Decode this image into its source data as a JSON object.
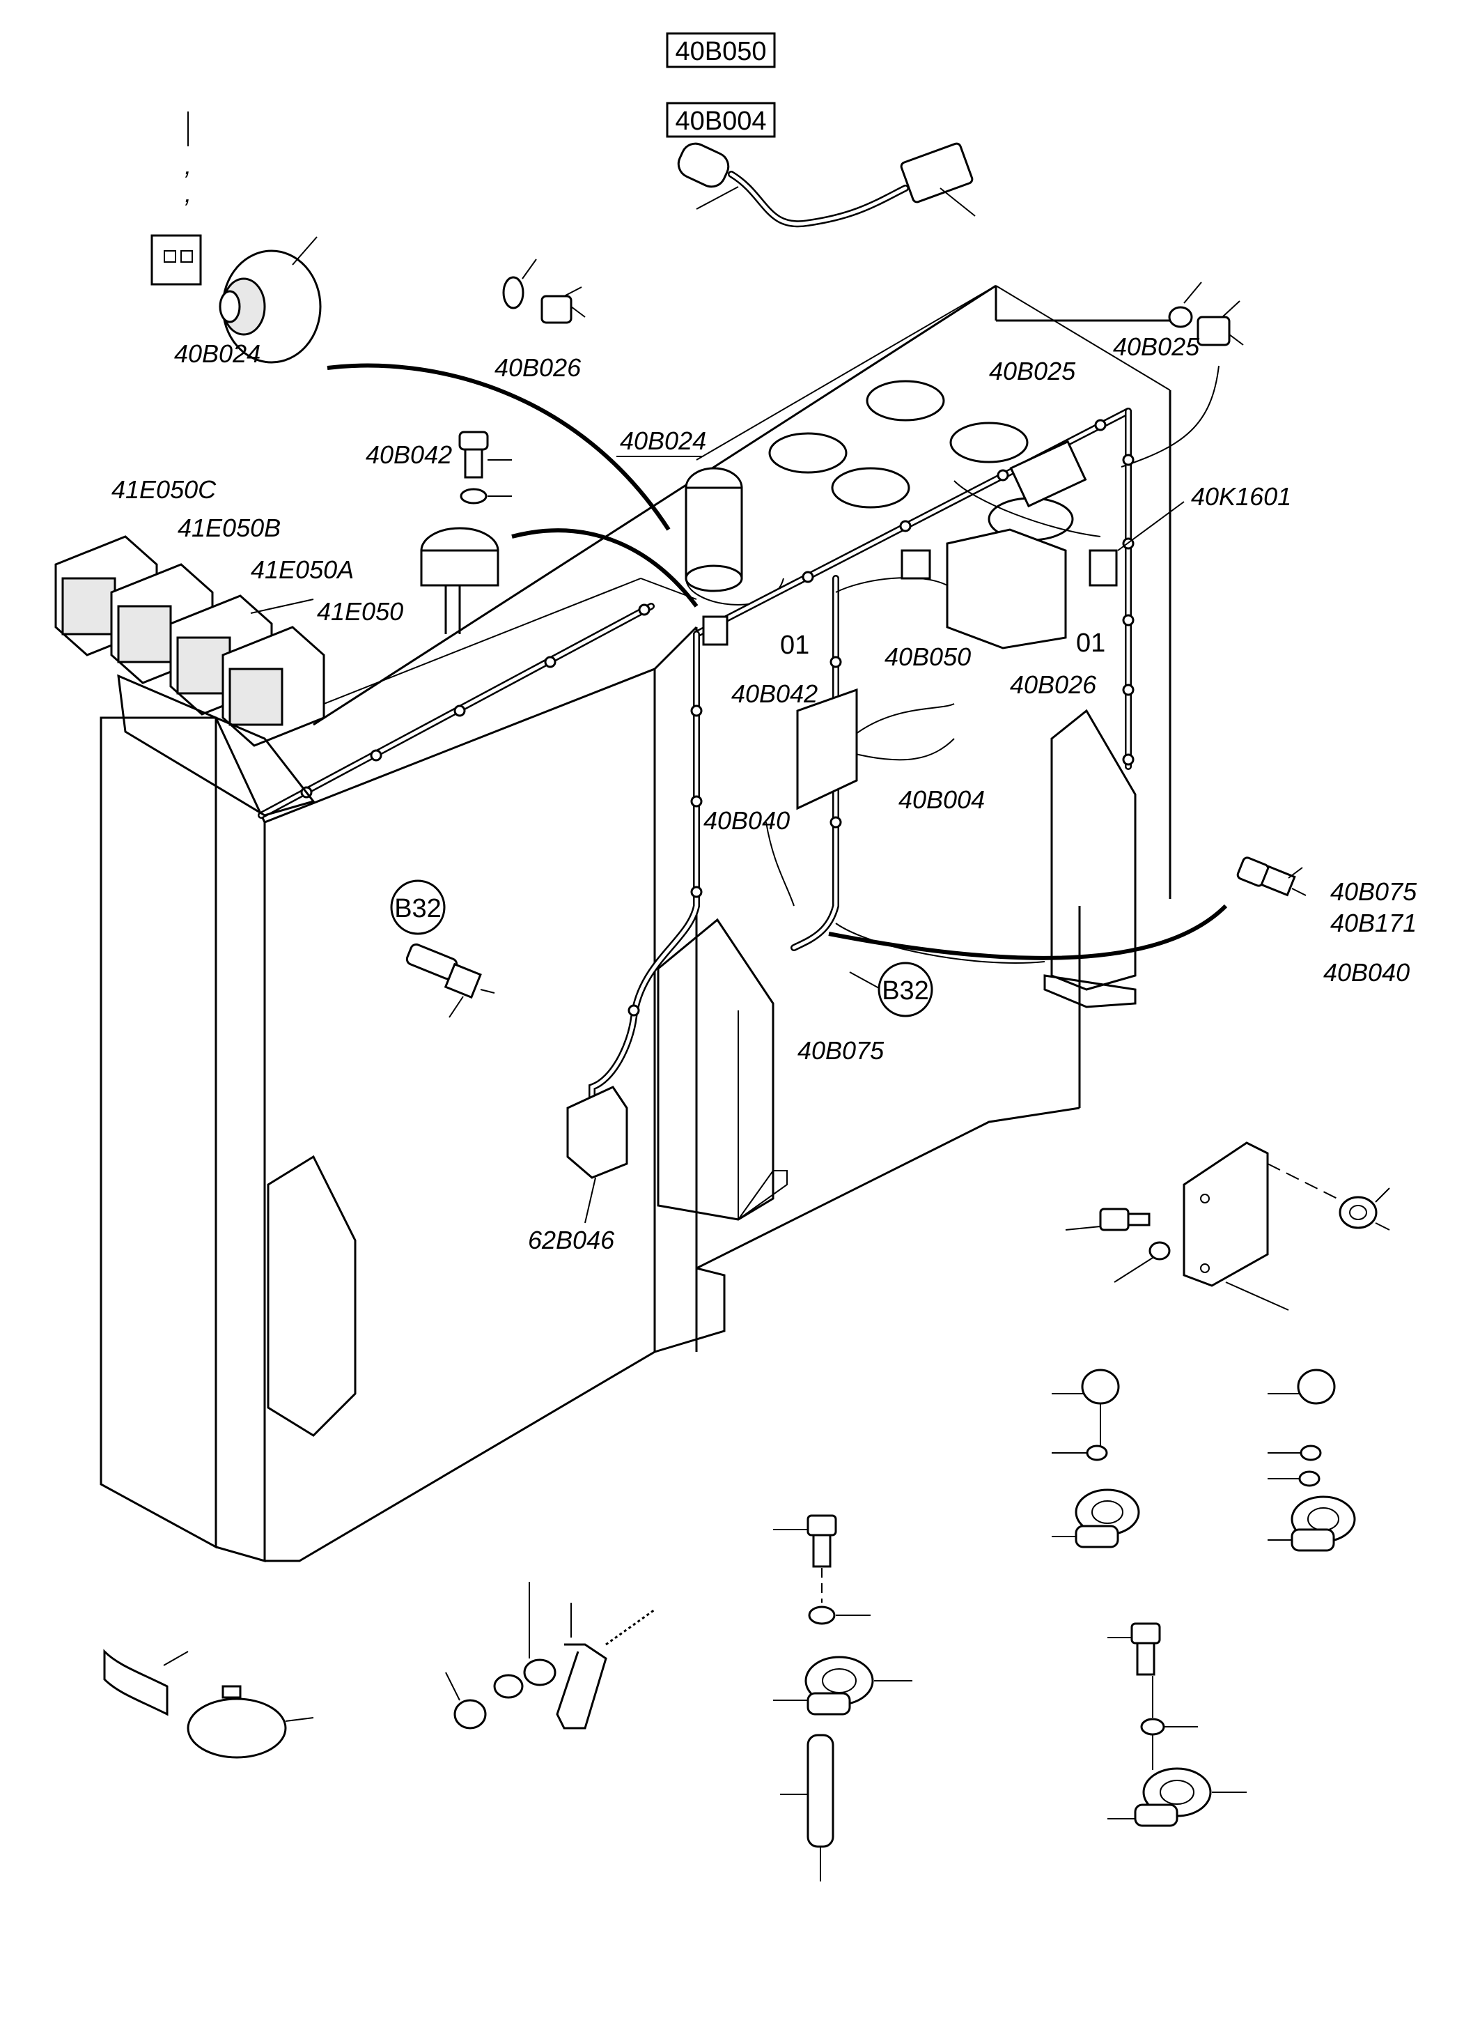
{
  "header_codes": [
    "40B050",
    "40B004"
  ],
  "labels": {
    "b024_top": "40B024",
    "b026_top": "40B026",
    "b025_top": "40B025",
    "b025_mid": "40B025",
    "b024_mid": "40B024",
    "b042_top": "40B042",
    "e050c": "41E050C",
    "e050b": "41E050B",
    "e050a": "41E050A",
    "e050": "41E050",
    "k1601": "40K1601",
    "b042_mid": "40B042",
    "wire_01_a": "01",
    "wire_01_b": "01",
    "b050_mid": "40B050",
    "b026_mid": "40B026",
    "b004_mid": "40B004",
    "b040_mid": "40B040",
    "b075_mid": "40B075",
    "b075_right": "40B075",
    "b171_right": "40B171",
    "b040_right": "40B040",
    "g046": "62B046"
  },
  "callouts": [
    "B32",
    "B32"
  ],
  "icons": [
    "sensor-connector-icon",
    "pressure-switch-icon",
    "work-lamp-icon",
    "cable-clamp-icon",
    "nut-icon",
    "washer-icon",
    "bolt-icon",
    "cable-tie-icon",
    "bracket-icon"
  ]
}
